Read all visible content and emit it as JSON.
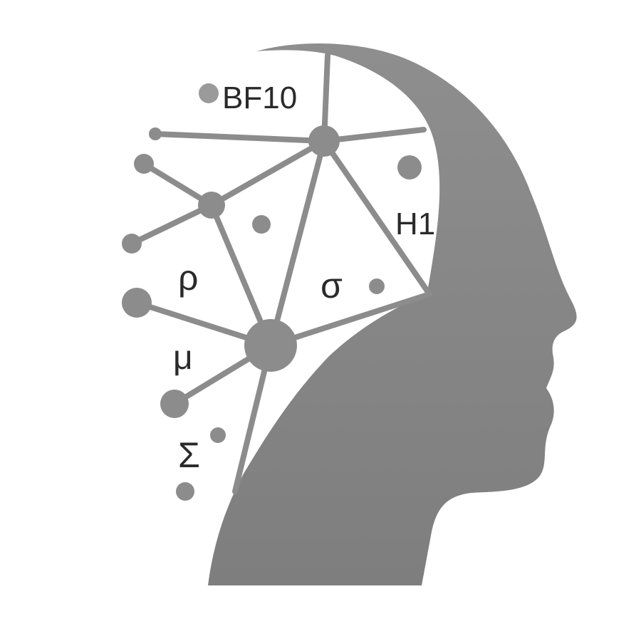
{
  "labels": {
    "bayes_factor": "BF10",
    "hypothesis": "H1",
    "rho": "ρ",
    "sigma": "σ",
    "mu": "μ",
    "sum": "Σ"
  },
  "colors": {
    "background": "#ffffff",
    "head_silhouette": "#8a8a8a",
    "network": "#8c8c8c",
    "text": "#2a2a2a"
  }
}
